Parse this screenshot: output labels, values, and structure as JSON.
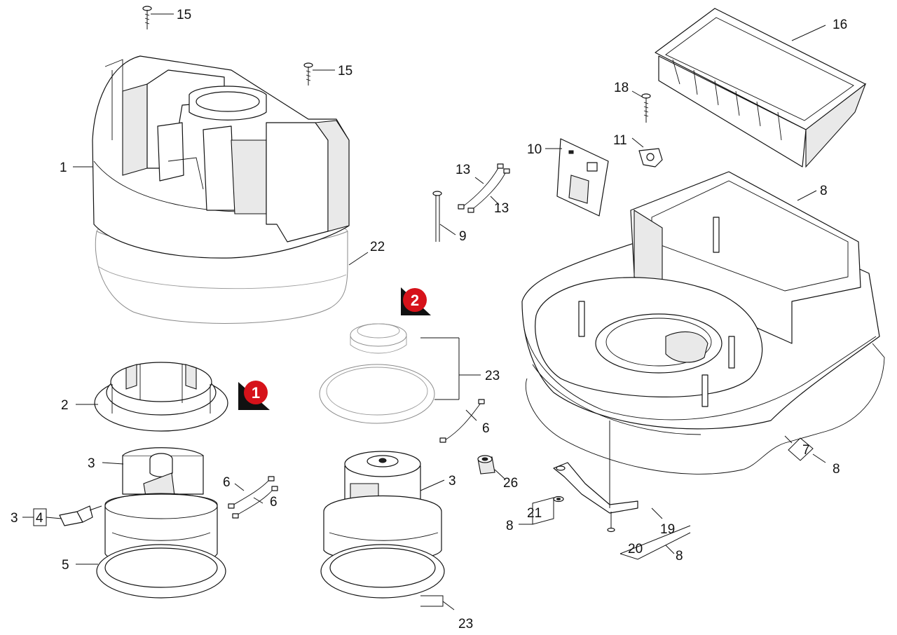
{
  "diagram": {
    "markers": [
      {
        "id": "marker-1",
        "text": "1",
        "color": "#d6121a"
      },
      {
        "id": "marker-2",
        "text": "2",
        "color": "#d6121a"
      }
    ],
    "labels": {
      "l1": "1",
      "l2": "2",
      "l3a": "3",
      "l3b": "3",
      "l3c": "3",
      "l4": "4",
      "l5": "5",
      "l6a": "6",
      "l6b": "6",
      "l6c": "6",
      "l7": "7",
      "l8a": "8",
      "l8b": "8",
      "l8c": "8",
      "l8d": "8",
      "l9": "9",
      "l10": "10",
      "l11": "11",
      "l13a": "13",
      "l13b": "13",
      "l15a": "15",
      "l15b": "15",
      "l16": "16",
      "l18": "18",
      "l19": "19",
      "l20": "20",
      "l21": "21",
      "l22": "22",
      "l23a": "23",
      "l23b": "23",
      "l26": "26"
    }
  }
}
